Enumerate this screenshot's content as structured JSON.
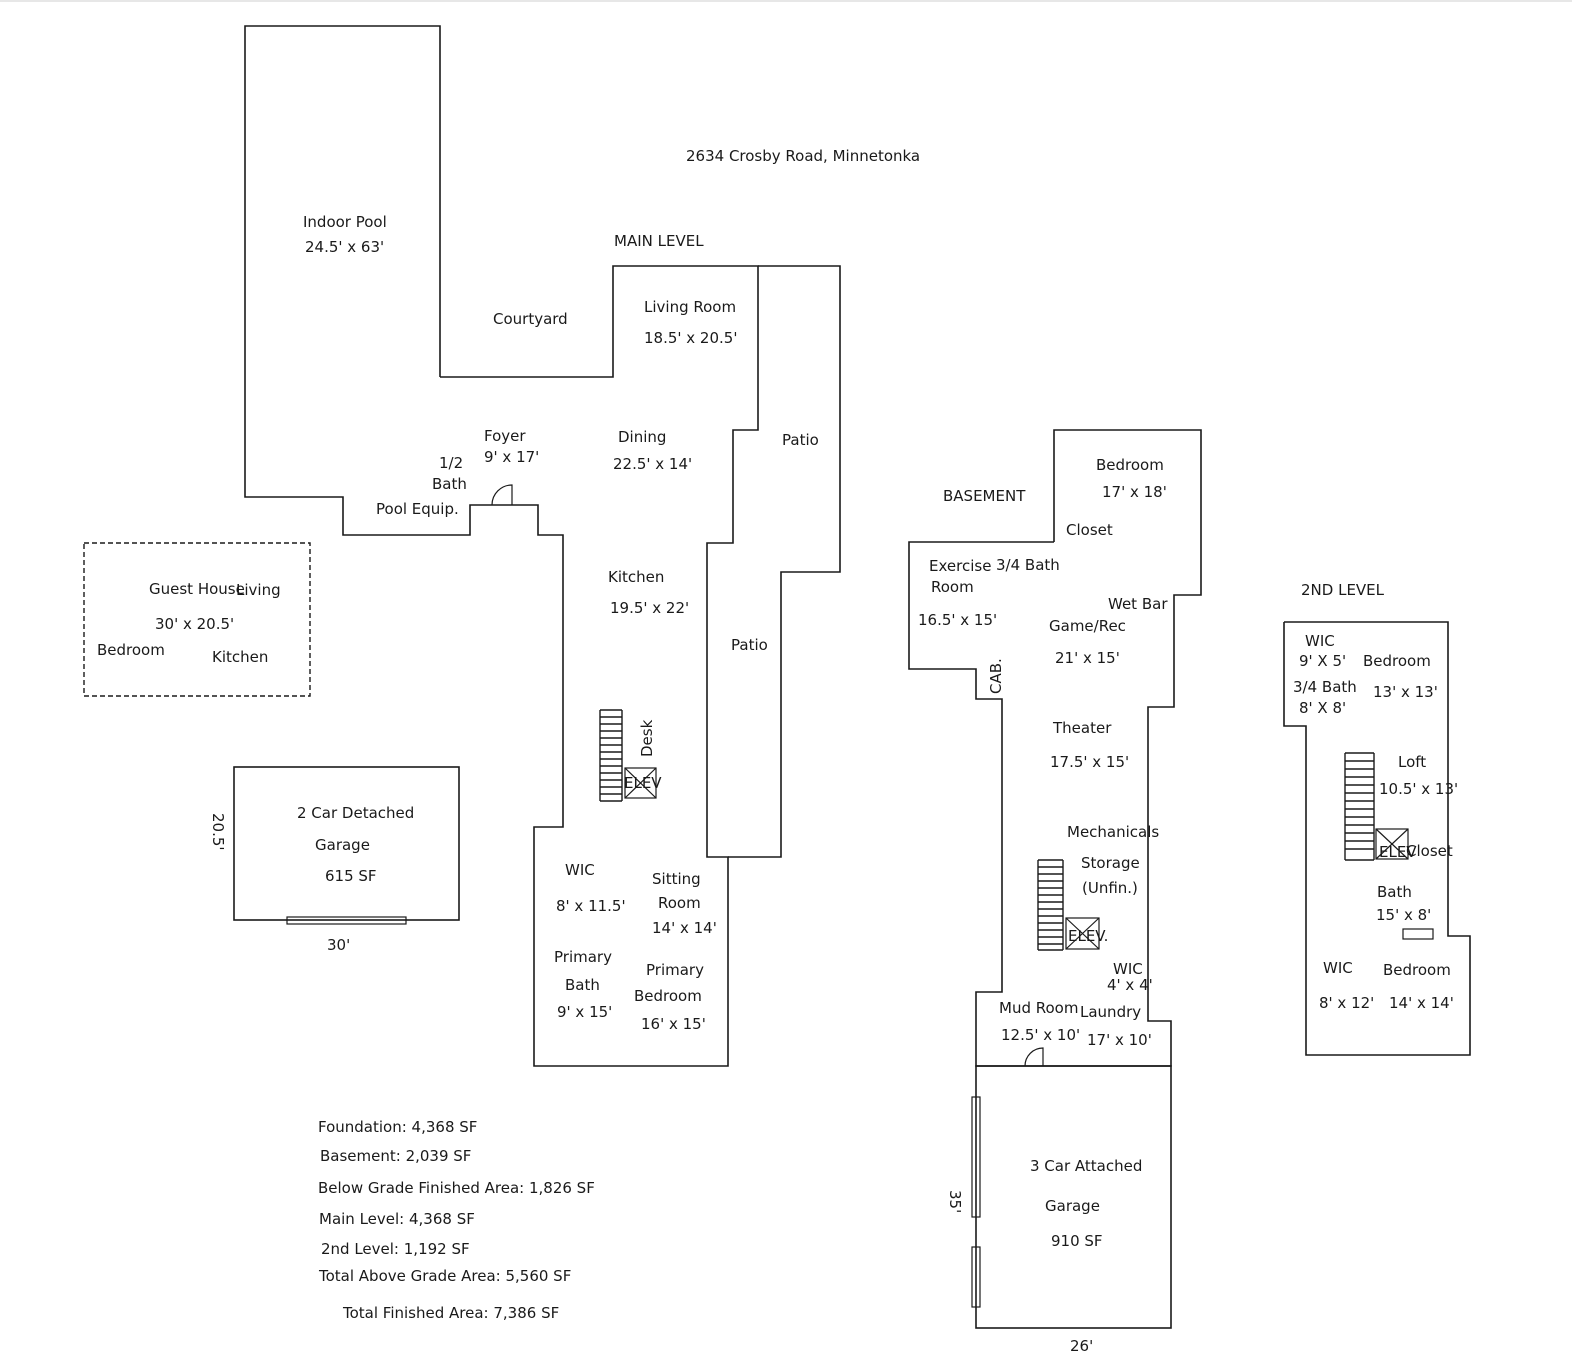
{
  "address": "2634 Crosby Road, Minnetonka",
  "levels": {
    "main": "MAIN LEVEL",
    "basement": "BASEMENT",
    "second": "2ND LEVEL"
  },
  "main_level": {
    "indoor_pool": {
      "name": "Indoor Pool",
      "dims": "24.5' x 63'"
    },
    "courtyard": "Courtyard",
    "living_room": {
      "name": "Living Room",
      "dims": "18.5' x 20.5'"
    },
    "foyer": {
      "name": "Foyer",
      "dims": "9' x 17'"
    },
    "half_bath": {
      "line1": "1/2",
      "line2": "Bath"
    },
    "pool_equip": "Pool Equip.",
    "dining": {
      "name": "Dining",
      "dims": "22.5' x 14'"
    },
    "patio_upper": "Patio",
    "kitchen": {
      "name": "Kitchen",
      "dims": "19.5' x 22'"
    },
    "patio_lower": "Patio",
    "desk": "Desk",
    "elev": "ELEV",
    "wic": {
      "name": "WIC",
      "dims": "8' x 11.5'"
    },
    "sitting_room": {
      "line1": "Sitting",
      "line2": "Room",
      "dims": "14' x 14'"
    },
    "primary_bath": {
      "line1": "Primary",
      "line2": "Bath",
      "dims": "9' x 15'"
    },
    "primary_bedroom": {
      "line1": "Primary",
      "line2": "Bedroom",
      "dims": "16' x 15'"
    }
  },
  "guest_house": {
    "name": "Guest House",
    "living": "Living",
    "dims": "30' x 20.5'",
    "bedroom": "Bedroom",
    "kitchen": "Kitchen"
  },
  "detached_garage": {
    "line1": "2 Car Detached",
    "line2": "Garage",
    "area": "615 SF",
    "side_dim": "20.5'",
    "bottom_dim": "30'"
  },
  "basement": {
    "bedroom": {
      "name": "Bedroom",
      "dims": "17' x 18'"
    },
    "closet": "Closet",
    "exercise": {
      "line1": "Exercise",
      "line2": "Room",
      "dims": "16.5' x 15'"
    },
    "three_quarter_bath": "3/4 Bath",
    "wet_bar": "Wet Bar",
    "game_rec": {
      "name": "Game/Rec",
      "dims": "21' x 15'"
    },
    "cab": "CAB.",
    "theater": {
      "name": "Theater",
      "dims": "17.5' x 15'"
    },
    "mechanicals": "Mechanicals",
    "storage": {
      "line1": "Storage",
      "line2": "(Unfin.)"
    },
    "elev": "ELEV.",
    "wic": {
      "name": "WIC",
      "dims": "4' x 4'"
    },
    "mud_room": {
      "name": "Mud Room",
      "dims": "12.5' x 10'"
    },
    "laundry": {
      "name": "Laundry",
      "dims": "17' x 10'"
    }
  },
  "attached_garage": {
    "line1": "3 Car Attached",
    "line2": "Garage",
    "area": "910 SF",
    "side_dim": "35'",
    "bottom_dim": "26'"
  },
  "second_level": {
    "wic_top": {
      "name": "WIC",
      "dims": "9' X 5'"
    },
    "bedroom_top": {
      "name": "Bedroom",
      "dims": "13' x 13'"
    },
    "bath_top": {
      "name": "3/4 Bath",
      "dims": "8' X 8'"
    },
    "loft": {
      "name": "Loft",
      "dims": "10.5' x 13'"
    },
    "elev": "ELEV",
    "closet": "Closet",
    "bath": {
      "name": "Bath",
      "dims": "15' x 8'"
    },
    "wic_bottom": {
      "name": "WIC",
      "dims": "8' x 12'"
    },
    "bedroom_bottom": {
      "name": "Bedroom",
      "dims": "14' x 14'"
    }
  },
  "summary": {
    "foundation": "Foundation: 4,368 SF",
    "basement": "Basement: 2,039 SF",
    "below_grade": "Below Grade Finished Area: 1,826 SF",
    "main_level": "Main Level: 4,368 SF",
    "second_level": "2nd Level: 1,192 SF",
    "total_above": "Total Above Grade Area: 5,560 SF",
    "total_finished": "Total Finished Area: 7,386 SF"
  }
}
